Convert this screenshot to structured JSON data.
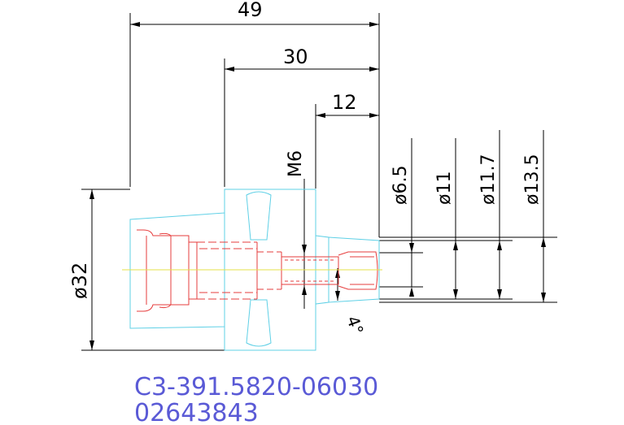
{
  "drawing": {
    "dimensions": {
      "length_total": "49",
      "length_body": "30",
      "length_tip": "12",
      "thread": "M6",
      "diameter_flange": "ø32",
      "diameter_6_5": "ø6.5",
      "diameter_11": "ø11",
      "diameter_11_7": "ø11.7",
      "diameter_13_5": "ø13.5",
      "taper_angle": "4°"
    },
    "part_code": "C3-391.5820-06030",
    "part_number": "02643843",
    "colors": {
      "dimension": "#000000",
      "outline": "#5fd0e6",
      "hidden": "#e63c3c",
      "centerline": "#e6e04a",
      "code_text": "#5a5ad6"
    }
  }
}
